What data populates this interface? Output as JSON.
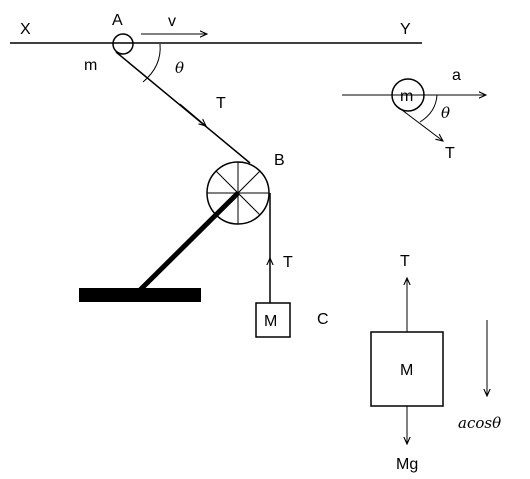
{
  "labels": {
    "x": "X",
    "y": "Y",
    "a_point": "A",
    "v": "v",
    "m_left": "m",
    "theta_left": "θ",
    "t_rope": "T",
    "b_point": "B",
    "t_vertical": "T",
    "block_m": "M",
    "c": "C",
    "fbd_m_circle": "m",
    "fbd_a": "a",
    "fbd_theta": "θ",
    "fbd_t_small": "T",
    "fbd_t_up": "T",
    "fbd_block_m": "M",
    "fbd_mg": "Mg",
    "fbd_accel": "acosθ"
  }
}
